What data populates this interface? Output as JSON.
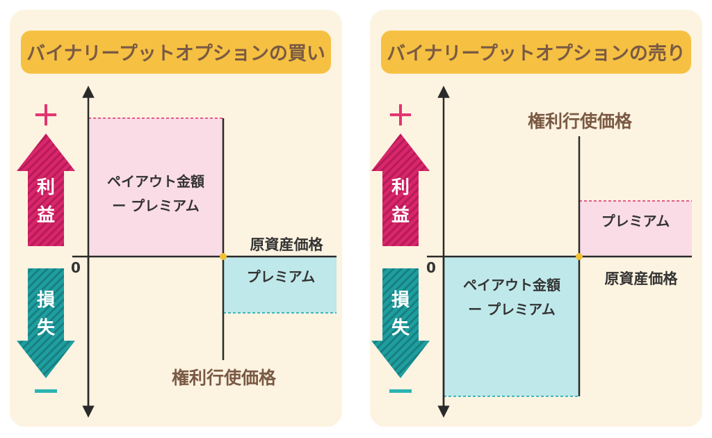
{
  "colors": {
    "panel_bg": "#fdf3e1",
    "title_bg": "#f6c142",
    "title_text": "#7a5a44",
    "axis": "#2a2a2a",
    "profit_arrow": "#d8276b",
    "loss_arrow": "#1f9ea1",
    "plus_sign": "#e2336f",
    "minus_sign": "#2bb3b2",
    "profit_fill": "#fadce6",
    "profit_line": "#e25a88",
    "loss_fill": "#bfe8ea",
    "loss_line": "#3bb7ba",
    "label_text": "#333333",
    "strike_text": "#7a5a44",
    "strike_dot": "#f2c230"
  },
  "panels": [
    {
      "title": "バイナリープットオプションの買い",
      "plus": "＋",
      "minus": "−",
      "profit_label": [
        "利",
        "益"
      ],
      "loss_label": [
        "損",
        "失"
      ],
      "zero": "0",
      "axis_label": "原資産価格",
      "strike_label": "権利行使価格",
      "profit_box_lines": [
        "ペイアウト金額",
        "ー プレミアム"
      ],
      "loss_box_lines": [
        "プレミアム"
      ]
    },
    {
      "title": "バイナリープットオプションの売り",
      "plus": "＋",
      "minus": "−",
      "profit_label": [
        "利",
        "益"
      ],
      "loss_label": [
        "損",
        "失"
      ],
      "zero": "0",
      "axis_label": "原資産価格",
      "strike_label": "権利行使価格",
      "profit_box_lines": [
        "プレミアム"
      ],
      "loss_box_lines": [
        "ペイアウト金額",
        "ー プレミアム"
      ]
    }
  ]
}
